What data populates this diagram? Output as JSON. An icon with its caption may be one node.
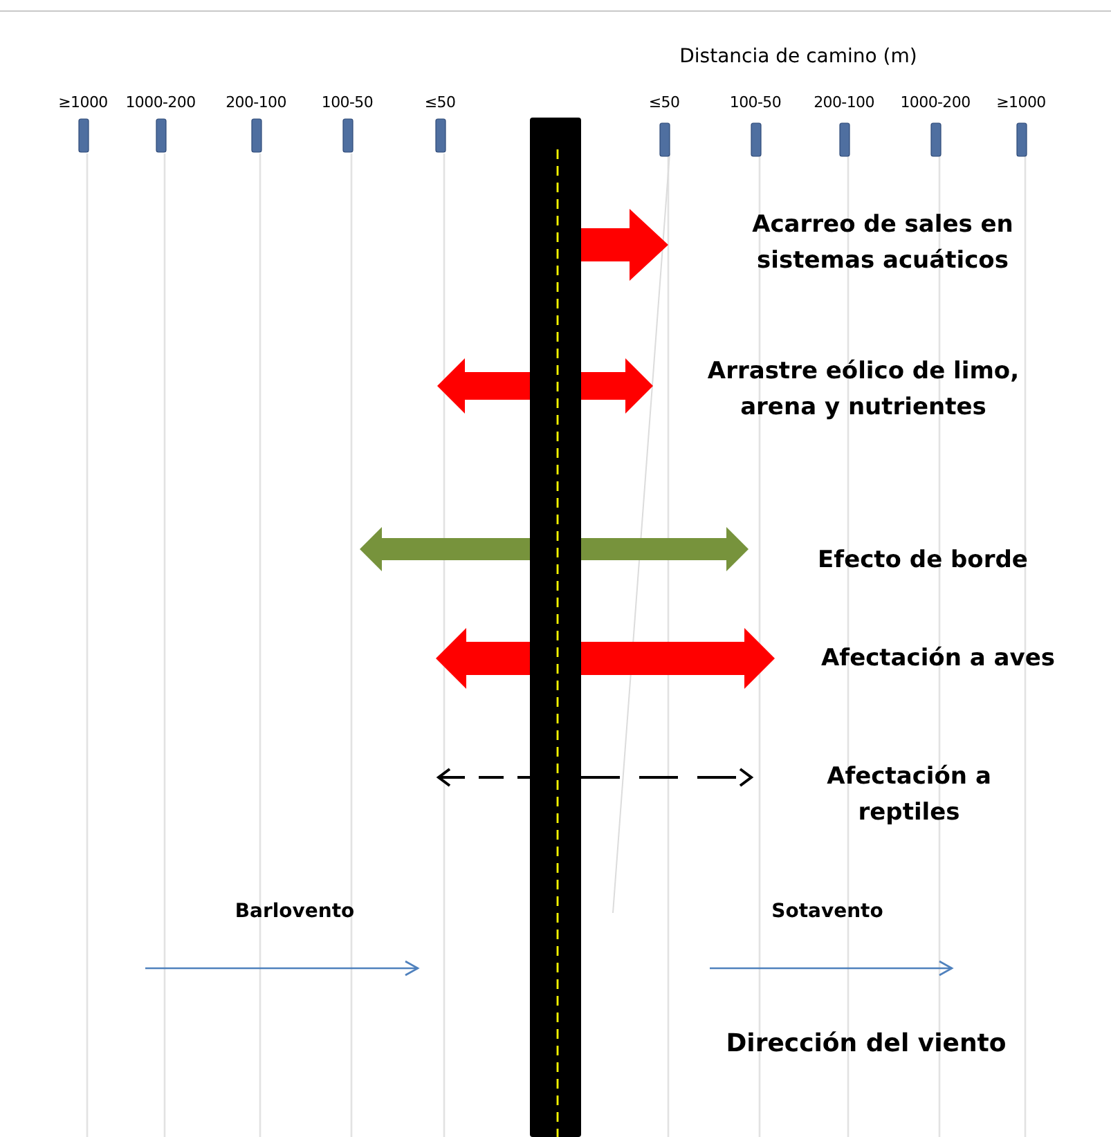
{
  "diagram": {
    "labels": [
      "Distancia de camino (m)",
      "≥1000",
      "1000-200",
      "200-100",
      "100-50",
      "≤50",
      "≤50",
      "100-50",
      "200-100",
      "1000-200",
      "≥1000",
      "Acarreo de sales en sistemas acuáticos",
      "Arrastre eólico de limo, arena y nutrientes",
      "Efecto de borde",
      "Afectación a aves",
      "Afectación a reptiles",
      "Barlovento",
      "Sotavento",
      "Dirección del viento"
    ]
  }
}
